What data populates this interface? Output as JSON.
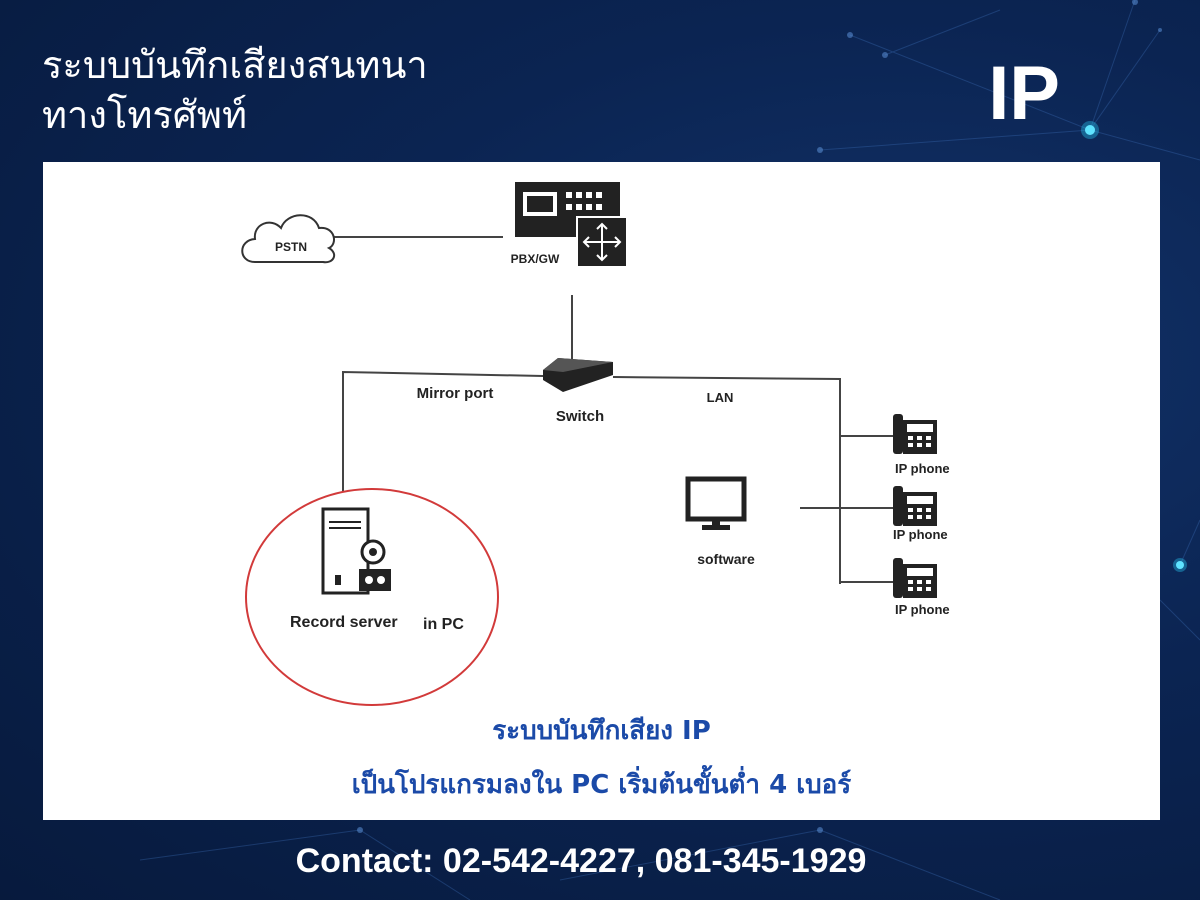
{
  "header": {
    "title_line1": "ระบบบันทึกเสียงสนทนา",
    "title_line2": "ทางโทรศัพท์",
    "badge": "IP"
  },
  "diagram": {
    "pstn_label": "PSTN",
    "pbx_label": "PBX/GW",
    "switch_label": "Switch",
    "mirror_port_label": "Mirror port",
    "lan_label": "LAN",
    "record_server_label": "Record server",
    "in_pc_label": "in PC",
    "software_label": "software",
    "ip_phone_labels": [
      "IP phone",
      "IP phone",
      "IP phone"
    ],
    "highlight_color": "#d23a3a"
  },
  "caption": {
    "line1": "ระบบบันทึกเสียง IP",
    "line2": "เป็นโปรแกรมลงใน PC เริ่มต้นขั้นต่ำ  4  เบอร์",
    "color": "#1b4aa8"
  },
  "footer": {
    "contact": "Contact: 02-542-4227, 081-345-1929"
  }
}
